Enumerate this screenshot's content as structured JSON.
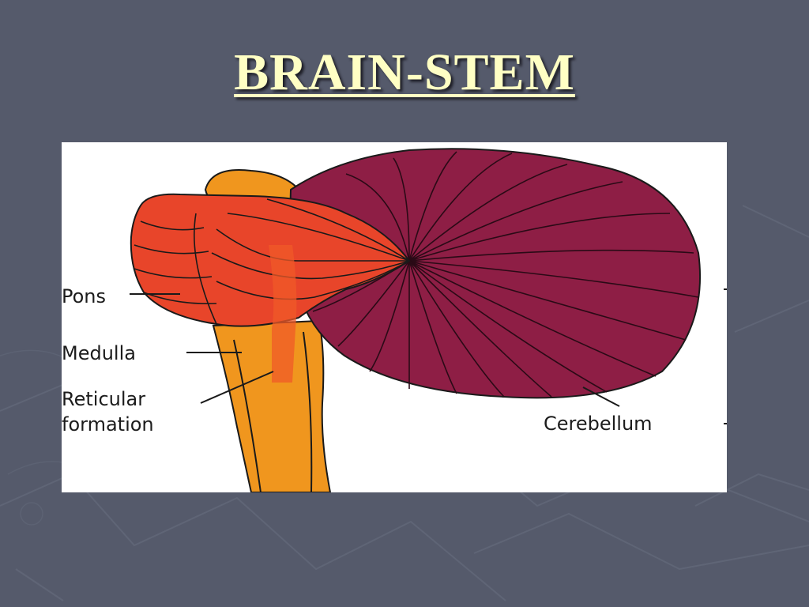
{
  "slide": {
    "title": "BRAIN-STEM"
  },
  "diagram": {
    "labels": {
      "pons": "Pons",
      "medulla": "Medulla",
      "reticular_line1": "Reticular",
      "reticular_line2": "formation",
      "cerebellum": "Cerebellum"
    }
  },
  "colors": {
    "background": "#555a6b",
    "title": "#ffffc4",
    "cerebellum": "#8e1e45",
    "pons": "#e8452a",
    "medulla": "#f0961e",
    "reticular": "#f05a28"
  }
}
